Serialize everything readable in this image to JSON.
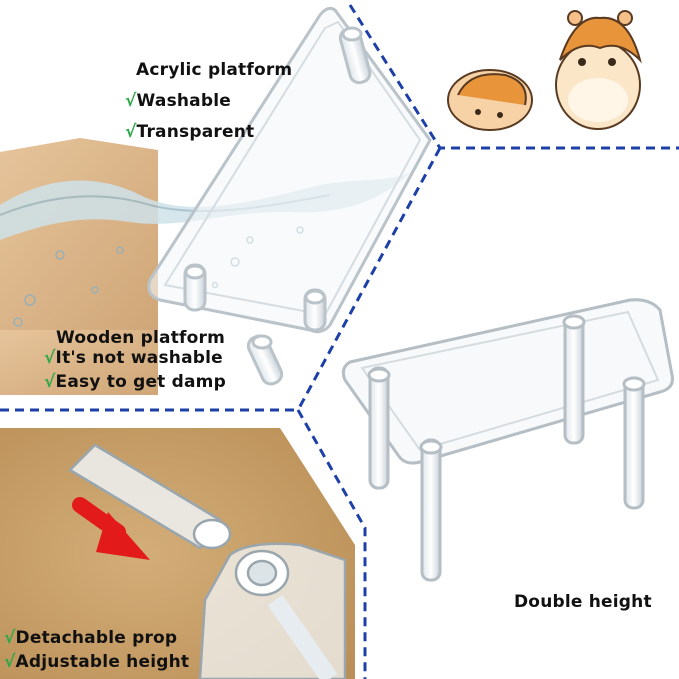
{
  "acrylic": {
    "title": "Acrylic platform",
    "features": [
      "Washable",
      "Transparent"
    ]
  },
  "wooden": {
    "title": "Wooden platform",
    "features": [
      "It's not washable",
      "Easy to get damp"
    ]
  },
  "prop": {
    "features": [
      "Detachable prop",
      "Adjustable height"
    ]
  },
  "double": {
    "title": "Double height"
  },
  "check_mark": "√",
  "colors": {
    "divider": "#1d3fa8",
    "check": "#2ea84a",
    "arrow": "#e21a1a",
    "wood": "#d9b48a",
    "cork": "#c9a16b"
  }
}
